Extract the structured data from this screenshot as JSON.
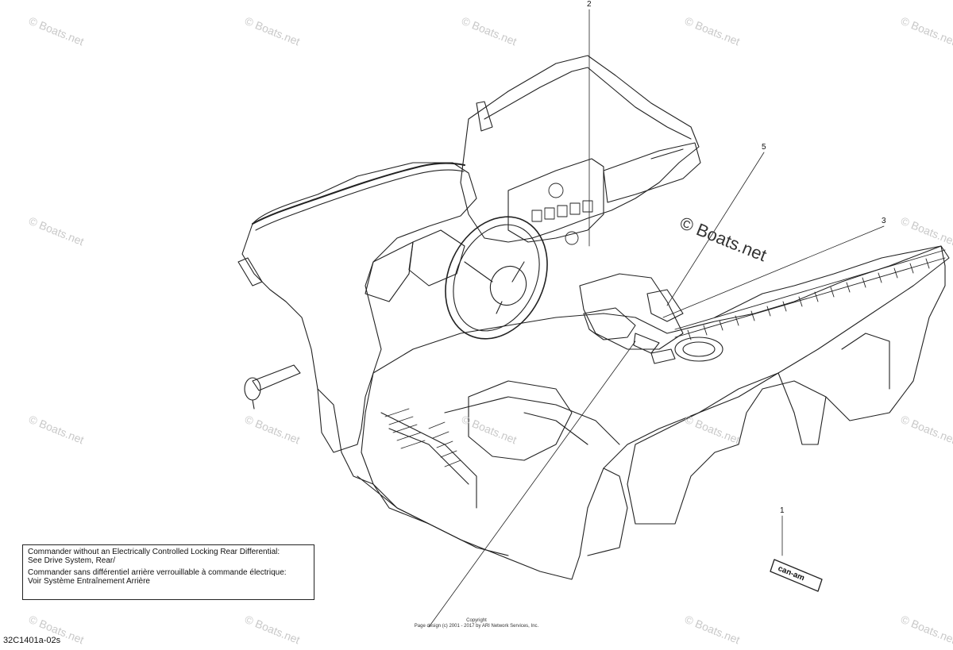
{
  "callouts": {
    "c1": "1",
    "c2": "2",
    "c3": "3",
    "c5": "5"
  },
  "watermark": {
    "main": "© Boats.net",
    "repeat": "© Boats.net"
  },
  "note": {
    "en_line1": "Commander without an Electrically Controlled Locking Rear Differential:",
    "en_line2": "See Drive System, Rear/",
    "fr_line1": "Commander sans différentiel arrière verrouillable à commande électrique:",
    "fr_line2": "Voir Système Entraînement Arrière"
  },
  "copyright": {
    "line1": "Copyright",
    "line2": "Page design (c) 2001 - 2017 by ARI Network Services, Inc."
  },
  "diagram_code": "32C1401a-02s",
  "decal_text": "can-am"
}
